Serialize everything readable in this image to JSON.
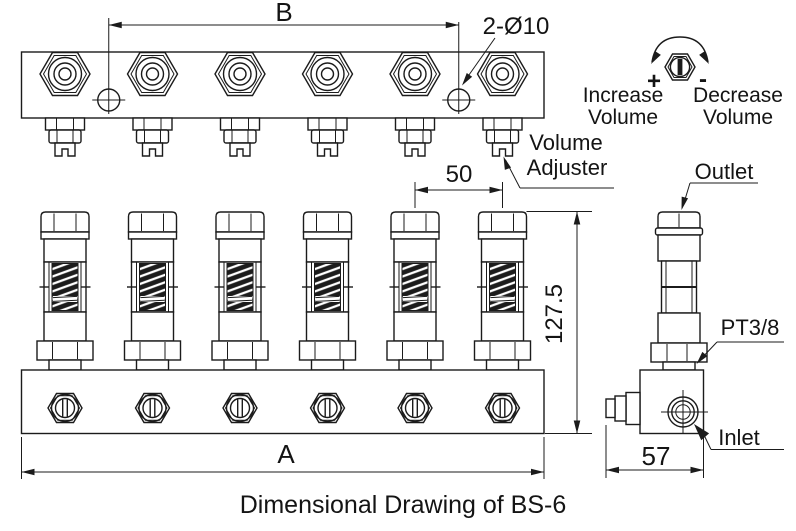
{
  "drawing_caption": "Dimensional Drawing of BS-6",
  "dimensions": {
    "span_b": "B",
    "span_a": "A",
    "mount_holes": "2-Ø10",
    "outlet_pitch": "50",
    "body_height": "127.5",
    "block_depth": "57"
  },
  "labels": {
    "volume_adjuster_l1": "Volume",
    "volume_adjuster_l2": "Adjuster",
    "outlet": "Outlet",
    "inlet": "Inlet",
    "thread_spec": "PT3/8",
    "increase_l1": "Increase",
    "increase_l2": "Volume",
    "decrease_l1": "Decrease",
    "decrease_l2": "Volume",
    "plus": "+",
    "minus": "-"
  },
  "colors": {
    "line": "#1b1b1b",
    "background": "#ffffff"
  }
}
